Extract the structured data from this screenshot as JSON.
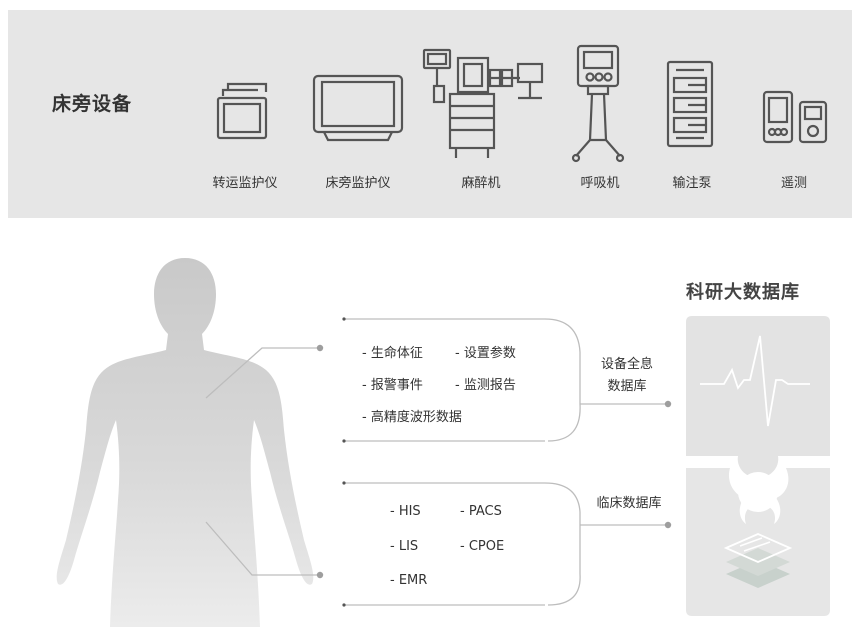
{
  "bedside": {
    "title": "床旁设备",
    "devices": [
      {
        "label": "转运监护仪",
        "icon": "transport-monitor-icon"
      },
      {
        "label": "床旁监护仪",
        "icon": "bedside-monitor-icon"
      },
      {
        "label": "麻醉机",
        "icon": "anesthesia-machine-icon"
      },
      {
        "label": "呼吸机",
        "icon": "ventilator-icon"
      },
      {
        "label": "输注泵",
        "icon": "infusion-pump-icon"
      },
      {
        "label": "遥测",
        "icon": "telemetry-icon"
      }
    ]
  },
  "device_data": {
    "items": [
      "- 生命体征",
      "- 设置参数",
      "- 报警事件",
      "- 监测报告",
      "- 高精度波形数据"
    ],
    "db_line1": "设备全息",
    "db_line2": "数据库"
  },
  "clinical_data": {
    "items": [
      "- HIS",
      "- PACS",
      "- LIS",
      "- CPOE",
      "- EMR"
    ],
    "db": "临床数据库"
  },
  "research": {
    "title": "科研大数据库"
  },
  "colors": {
    "band": "#e6e6e6",
    "body_silhouette": "#d4d4d4",
    "lines": "#bfbfbf",
    "puzzle": "#e3e3e3"
  }
}
